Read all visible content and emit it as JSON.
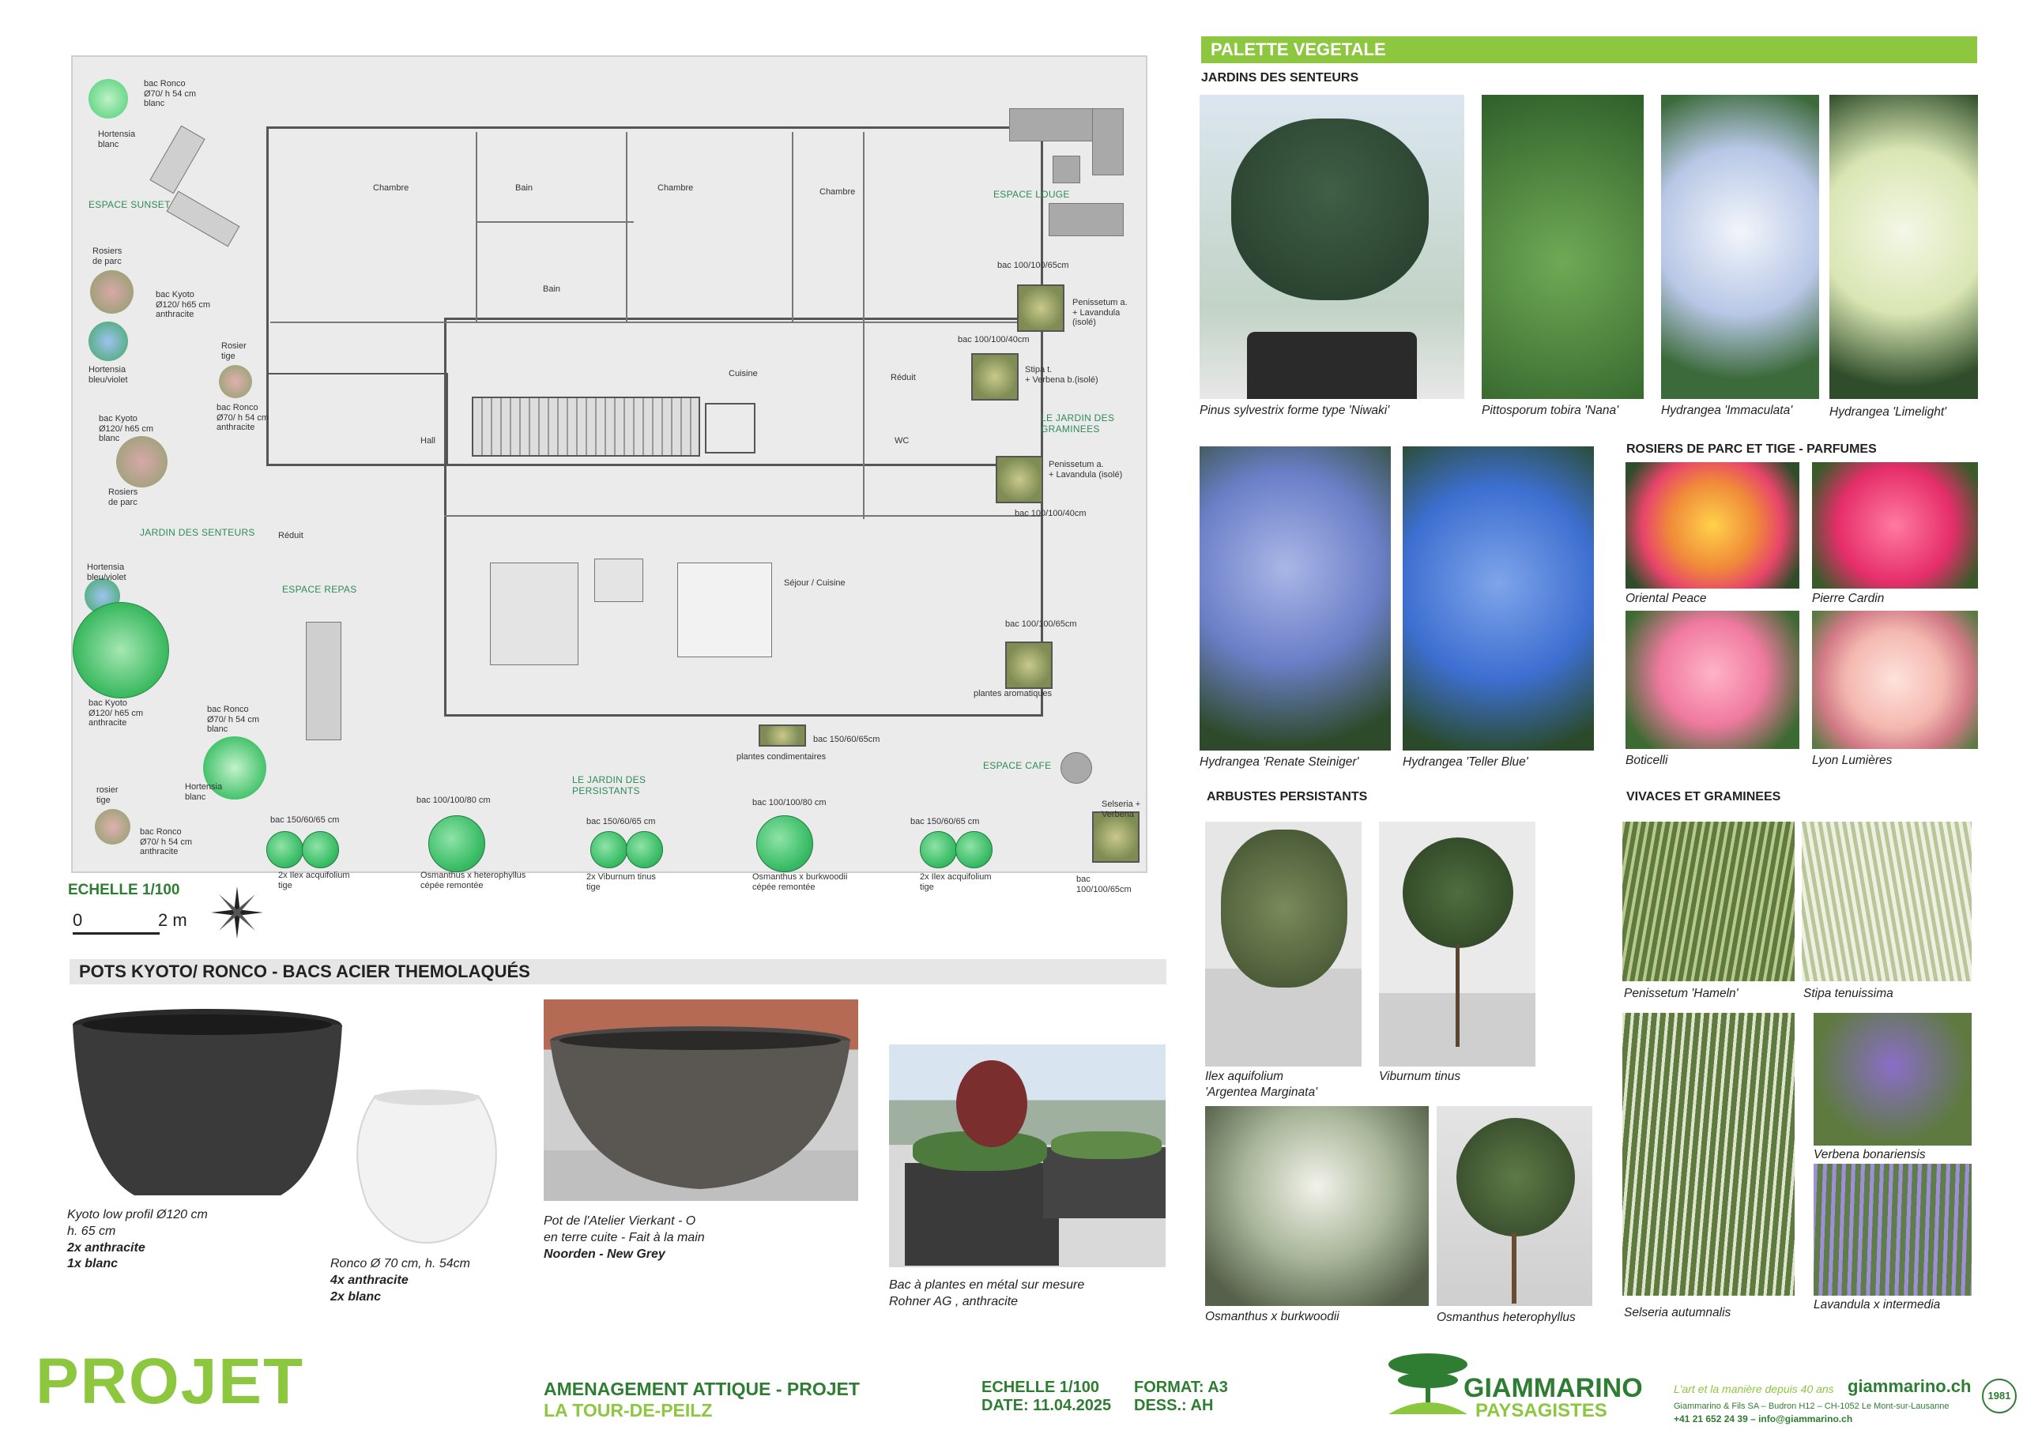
{
  "plan": {
    "scale_label": "ECHELLE 1/100",
    "scale_bar_zero": "0",
    "scale_bar_end": "2 m",
    "zones": [
      "ESPACE SUNSET",
      "ESPACE LOUGE",
      "JARDIN DES SENTEURS",
      "ESPACE REPAS",
      "LE JARDIN DES GRAMINEES",
      "ESPACE CAFE",
      "LE JARDIN DES PERSISTANTS"
    ],
    "rooms": [
      "Chambre",
      "Chambre",
      "Chambre",
      "Cuisine",
      "Séjour / Cuisine",
      "Bain",
      "Bain",
      "Hall",
      "WC",
      "Réduit",
      "Réduit"
    ],
    "left_labels": [
      {
        "t1": "bac Ronco",
        "t2": "Ø70/ h 54 cm",
        "t3": "blanc"
      },
      {
        "t1": "Hortensia",
        "t2": "blanc",
        "t3": ""
      },
      {
        "t1": "Rosiers",
        "t2": "de parc",
        "t3": ""
      },
      {
        "t1": "bac Kyoto",
        "t2": "Ø120/ h65 cm",
        "t3": "anthracite"
      },
      {
        "t1": "Hortensia",
        "t2": "bleu/violet",
        "t3": ""
      },
      {
        "t1": "Rosier",
        "t2": "tige",
        "t3": ""
      },
      {
        "t1": "bac Ronco",
        "t2": "Ø70/ h 54 cm",
        "t3": "anthracite"
      },
      {
        "t1": "bac Kyoto",
        "t2": "Ø120/ h65 cm",
        "t3": "blanc"
      },
      {
        "t1": "Rosiers",
        "t2": "de parc",
        "t3": ""
      },
      {
        "t1": "Hortensia",
        "t2": "bleu/violet",
        "t3": ""
      },
      {
        "t1": "bac Kyoto",
        "t2": "Ø120/ h65 cm",
        "t3": "anthracite"
      },
      {
        "t1": "bac Ronco",
        "t2": "Ø70/ h 54 cm",
        "t3": "blanc"
      },
      {
        "t1": "Hortensia",
        "t2": "blanc",
        "t3": ""
      },
      {
        "t1": "rosier",
        "t2": "tige",
        "t3": ""
      },
      {
        "t1": "bac Ronco",
        "t2": "Ø70/ h 54 cm",
        "t3": "anthracite"
      }
    ],
    "right_labels": [
      {
        "t1": "bac 100/100/65cm",
        "t2": ""
      },
      {
        "t1": "Penissetum a.",
        "t2": "+ Lavandula (isolé)"
      },
      {
        "t1": "bac 100/100/40cm",
        "t2": ""
      },
      {
        "t1": "Stipa t.",
        "t2": "+ Verbena b.(isolé)"
      },
      {
        "t1": "Penissetum a.",
        "t2": "+ Lavandula (isolé)"
      },
      {
        "t1": "bac 100/100/40cm",
        "t2": ""
      },
      {
        "t1": "bac 100/100/65cm",
        "t2": ""
      },
      {
        "t1": "plantes aromatiques",
        "t2": ""
      },
      {
        "t1": "bac 150/60/65cm",
        "t2": ""
      },
      {
        "t1": "plantes condimentaires",
        "t2": ""
      },
      {
        "t1": "Selseria + Verbena",
        "t2": ""
      }
    ],
    "bottom_labels": [
      {
        "top": "bac 150/60/65 cm",
        "b1": "2x Ilex acquifolium",
        "b2": "tige"
      },
      {
        "top": "bac 100/100/80 cm",
        "b1": "Osmanthus x heterophyllus",
        "b2": "cépée remontée"
      },
      {
        "top": "bac 150/60/65 cm",
        "b1": "2x Viburnum tinus",
        "b2": "tige"
      },
      {
        "top": "bac 100/100/80 cm",
        "b1": "Osmanthus x burkwoodii",
        "b2": "cépée remontée"
      },
      {
        "top": "bac 150/60/65 cm",
        "b1": "2x Ilex acquifolium",
        "b2": "tige"
      },
      {
        "top": "",
        "b1": "bac 100/100/65cm",
        "b2": ""
      }
    ]
  },
  "pots": {
    "header": "POTS KYOTO/ RONCO - BACS ACIER THEMOLAQUÉS",
    "kyoto": {
      "l1": "Kyoto low profil  Ø120 cm",
      "l2": "h. 65 cm",
      "l3": "2x anthracite",
      "l4": "1x blanc"
    },
    "ronco": {
      "l1": "Ronco Ø 70 cm, h. 54cm",
      "l2": "4x anthracite",
      "l3": "2x blanc"
    },
    "vierkant": {
      "l1": "Pot de l'Atelier Vierkant - O",
      "l2": "en terre cuite - Fait à la main",
      "l3": "Noorden - New Grey"
    },
    "bac": {
      "l1": "Bac à plantes en métal sur mesure",
      "l2": "Rohner AG , anthracite"
    }
  },
  "palette": {
    "header": "PALETTE VEGETALE",
    "senteurs": {
      "title": "JARDINS DES SENTEURS",
      "items": [
        "Pinus sylvestrix forme type  'Niwaki'",
        "Pittosporum tobira 'Nana'",
        "Hydrangea 'Immaculata'",
        "Hydrangea 'Limelight'",
        "Hydrangea 'Renate Steiniger'",
        "Hydrangea 'Teller Blue'"
      ]
    },
    "rosiers": {
      "title": "ROSIERS DE PARC  ET TIGE - PARFUMES",
      "items": [
        "Oriental Peace",
        "Pierre Cardin",
        "Boticelli",
        "Lyon Lumières"
      ]
    },
    "arbustes": {
      "title": "ARBUSTES PERSISTANTS",
      "items": [
        "Ilex aquifolium",
        "'Argentea Marginata'",
        "Viburnum tinus",
        "Osmanthus x burkwoodii",
        "Osmanthus heterophyllus"
      ]
    },
    "vivaces": {
      "title": "VIVACES ET GRAMINEES",
      "items": [
        "Penissetum 'Hameln'",
        "Stipa tenuissima",
        "Verbena bonariensis",
        "Selseria autumnalis",
        "Lavandula  x intermedia"
      ]
    }
  },
  "footer": {
    "projet": "PROJET",
    "title1": "AMENAGEMENT ATTIQUE - PROJET",
    "title2": "LA TOUR-DE-PEILZ",
    "echelle": "ECHELLE 1/100",
    "date": "DATE: 11.04.2025",
    "format": "FORMAT: A3",
    "dess": "DESS.: AH",
    "brand1": "GIAMMARINO",
    "brand2": "PAYSAGISTES",
    "tagline": "L'art et la manière depuis 40 ans",
    "site": "giammarino.ch",
    "address": "Giammarino & Fils SA  –  Budron H12  –  CH-1052 Le Mont-sur-Lausanne",
    "contact": "+41 21 652 24 39  –  info@giammarino.ch",
    "seal": "1981"
  },
  "colors": {
    "accent_green": "#8dc63f",
    "dark_green": "#2e7d32",
    "plan_bg": "#ebebeb"
  }
}
